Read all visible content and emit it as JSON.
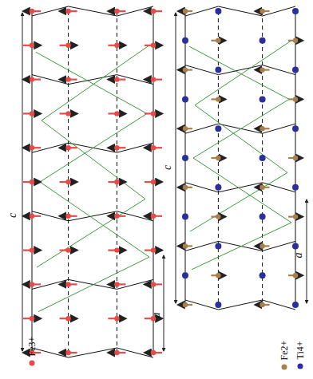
{
  "diagram": {
    "labels": [
      "c",
      "a",
      "c",
      "a"
    ],
    "legend": [
      {
        "text": "Fe3+",
        "color": "#e84a4a"
      },
      {
        "text": "Fe2+",
        "color": "#a8804f"
      },
      {
        "text": "Ti4+",
        "color": "#2b2f9e"
      }
    ]
  }
}
